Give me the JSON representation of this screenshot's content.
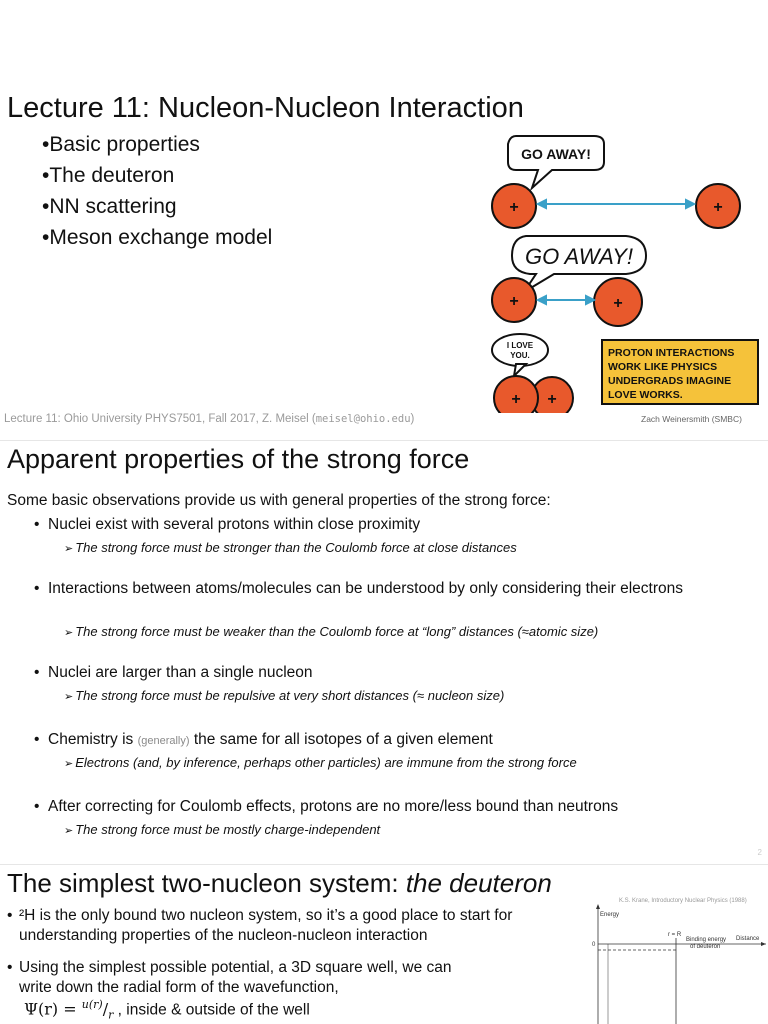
{
  "slide1": {
    "title": "Lecture 11: Nucleon-Nucleon Interaction",
    "bullets": [
      "•Basic properties",
      "•The deuteron",
      "•NN scattering",
      "•Meson exchange model"
    ],
    "footer_text": "Lecture 11: Ohio University PHYS7501, Fall 2017, Z. Meisel (",
    "footer_email": "meisel@ohio.edu",
    "footer_close": ")",
    "comic": {
      "bubble_top": "GO AWAY!",
      "bubble_middle": "GO AWAY!",
      "bubble_small_line1": "I LOVE",
      "bubble_small_line2": "YOU.",
      "proton_symbol": "+",
      "caption_lines": [
        "PROTON INTERACTIONS",
        "WORK LIKE PHYSICS",
        "UNDERGRADS IMAGINE",
        "LOVE WORKS."
      ],
      "credit": "Zach Weinersmith (SMBC)",
      "proton_color": "#e8592c",
      "caption_bg": "#f5c23a",
      "arrow_color": "#3aa0c8"
    }
  },
  "slide2": {
    "title": "Apparent properties of the strong force",
    "intro": "Some basic observations provide us with general properties of the strong force:",
    "observations": [
      {
        "text": "Nuclei exist with several protons within close proximity",
        "implication": "The strong force must be stronger than the Coulomb force at close distances"
      },
      {
        "text": "Interactions between atoms/molecules can be understood by only considering their electrons",
        "implication": "The strong force must be weaker than the Coulomb force at “long” distances (≈atomic size)"
      },
      {
        "text": "Nuclei are larger than a single nucleon",
        "implication": "The strong force must be repulsive at very short distances (≈ nucleon size)"
      },
      {
        "text_pre": "Chemistry is ",
        "text_small": "(generally)",
        "text_post": " the same for all isotopes of a given element",
        "implication": "Electrons (and, by inference, perhaps other particles) are immune from the strong force"
      },
      {
        "text": "After correcting for Coulomb effects, protons are no more/less bound than neutrons",
        "implication": "The strong force must be mostly charge-independent"
      }
    ],
    "page_number": "2"
  },
  "slide3": {
    "title_plain": "The simplest two-nucleon system: ",
    "title_italic": "the deuteron",
    "bullet1": "²H is the only bound two nucleon system, so it’s a good place to start for understanding properties of the nucleon-nucleon interaction",
    "bullet2": "Using the simplest possible potential, a 3D square well, we can write down the radial form of the wavefunction,",
    "psi_lhs": "Ψ(r) = ",
    "psi_num": "u(r)",
    "psi_den": "r",
    "psi_rest": " , inside & outside of the well",
    "figure_credit": "K.S. Krane, Introductory Nuclear Physics (1988)",
    "figure": {
      "ylabel": "Energy",
      "xlabel": "Distance",
      "origin": "0",
      "r_marker": "r = R",
      "binding_line1": "Binding energy",
      "binding_line2": "of deuteron"
    }
  }
}
